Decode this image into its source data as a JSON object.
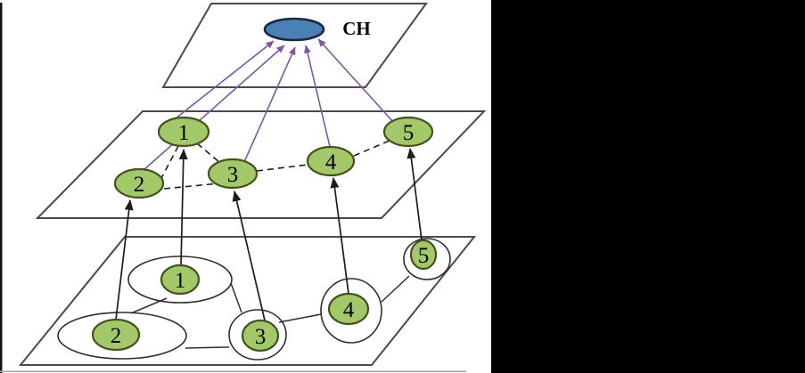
{
  "canvas": {
    "background": "#ffffff",
    "side_panel_color": "#000000"
  },
  "colors": {
    "node_fill": "#a3c869",
    "node_stroke": "#44511d",
    "ch_fill": "#4a80b5",
    "ch_stroke": "#16293e",
    "purple": "#7d57a6",
    "line": "#1c1c1c",
    "plane_stroke": "#4a4a4a",
    "cluster_stroke": "#2f2f2f",
    "panel": "#000000",
    "page_edge": "#a6a6a6"
  },
  "cluster_head": {
    "label": "CH"
  },
  "middle_nodes": [
    {
      "label": "1"
    },
    {
      "label": "2"
    },
    {
      "label": "3"
    },
    {
      "label": "4"
    },
    {
      "label": "5"
    }
  ],
  "bottom_nodes": [
    {
      "label": "1"
    },
    {
      "label": "2"
    },
    {
      "label": "3"
    },
    {
      "label": "4"
    },
    {
      "label": "5"
    }
  ],
  "links": {
    "purple_uplinks_to_ch": [
      "1→CH",
      "2→CH",
      "3→CH",
      "4→CH",
      "5→CH"
    ],
    "member_uplinks": [
      "1→1",
      "2→2",
      "3→3",
      "4→4",
      "5→5"
    ],
    "dashed_mesh": [
      "1–2",
      "1–3",
      "2–3",
      "3–4",
      "4–5"
    ],
    "cluster_chain": [
      "c2–c1",
      "c1–c3",
      "c2–c3",
      "c3–c4",
      "c4–c5"
    ]
  }
}
